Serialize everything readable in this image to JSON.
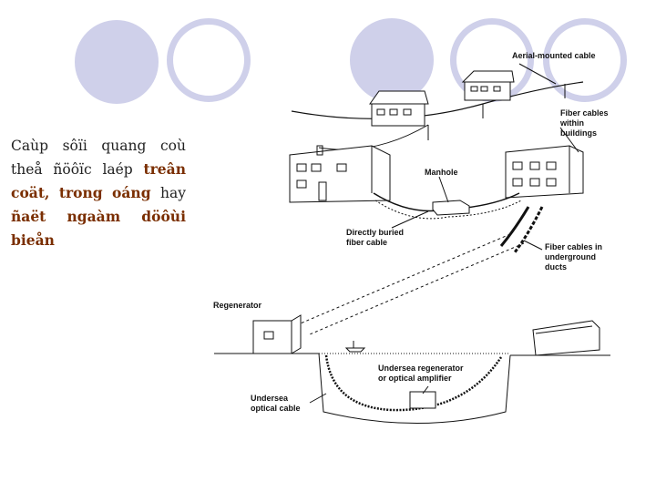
{
  "slide": {
    "decor_color": "#cfd0ea",
    "text_highlight_color": "#7a2e00",
    "body_lines": [
      [
        "Caùp",
        "sôïi",
        "quang",
        "coù"
      ],
      [
        "theå",
        "ñöôïc",
        "laép",
        "treân"
      ],
      [
        "coät,",
        "trong",
        "oáng",
        "hay"
      ],
      [
        "ñaët",
        "ngaàm",
        "döôùi",
        "bieån"
      ]
    ]
  },
  "figure": {
    "labels": {
      "aerial": "Aerial-mounted cable",
      "fiber_buildings_1": "Fiber cables",
      "fiber_buildings_2": "within",
      "fiber_buildings_3": "buildings",
      "manhole": "Manhole",
      "buried_1": "Directly buried",
      "buried_2": "fiber cable",
      "underground_1": "Fiber cables in",
      "underground_2": "underground",
      "underground_3": "ducts",
      "regenerator": "Regenerator",
      "undersea_reg_1": "Undersea regenerator",
      "undersea_reg_2": "or optical amplifier",
      "undersea_cable_1": "Undersea",
      "undersea_cable_2": "optical cable"
    }
  }
}
